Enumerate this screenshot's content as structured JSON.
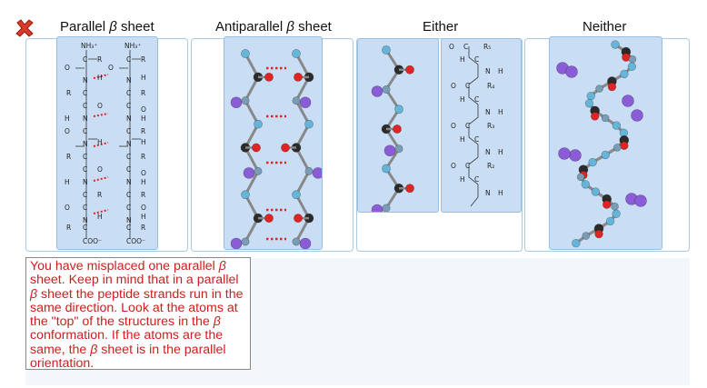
{
  "status": {
    "icon": "incorrect-x-icon",
    "color": "#d93a2b"
  },
  "columns": [
    {
      "title_prefix": "Parallel ",
      "title_greek": "β",
      "title_suffix": " sheet"
    },
    {
      "title_prefix": "Antiparallel ",
      "title_greek": "β",
      "title_suffix": " sheet"
    },
    {
      "title": "Either"
    },
    {
      "title": "Neither"
    }
  ],
  "cards": {
    "parallel_sheet_structure": {
      "groups": [
        "NH₃⁺",
        "NH₃⁺",
        "C",
        "R",
        "C",
        "R",
        "O",
        "O",
        "N",
        "H",
        "N",
        "H",
        "R",
        "C",
        "C",
        "R",
        "C",
        "O",
        "C",
        "O",
        "H",
        "N",
        "N",
        "H",
        "O",
        "C",
        "C",
        "R",
        "N",
        "H",
        "N",
        "H",
        "R",
        "C",
        "C",
        "R",
        "C",
        "O",
        "C",
        "O",
        "H",
        "N",
        "N",
        "H",
        "C",
        "R",
        "C",
        "R",
        "O",
        "C",
        "C",
        "O",
        "N",
        "H",
        "N",
        "H",
        "R",
        "C",
        "C",
        "R",
        "COO⁻",
        "COO⁻"
      ]
    },
    "either_structure": {
      "groups": [
        "O",
        "C",
        "R₅",
        "H",
        "C",
        "N",
        "H",
        "O",
        "C",
        "R₄",
        "H",
        "C",
        "N",
        "H",
        "O",
        "C",
        "R₃",
        "H",
        "C",
        "N",
        "H",
        "O",
        "C",
        "R₂",
        "H",
        "C",
        "N",
        "H"
      ]
    }
  },
  "feedback": {
    "t1": "You have misplaced one parallel ",
    "g1": "β",
    "t2": " sheet. Keep in mind that in a parallel ",
    "g2": "β",
    "t3": " sheet the peptide strands run in the same direction. Look at the atoms at the \"top\" of the structures in the ",
    "g3": "β",
    "t4": " conformation. If the atoms are the same, the ",
    "g4": "β",
    "t5": " sheet is in the parallel orientation."
  },
  "colors": {
    "card_fill": "#c9def5",
    "zone_border": "#a9cbe0",
    "feedback_text": "#cc1f1f",
    "atom_carbon": "#2b2b2b",
    "atom_nitrogen": "#66b5d9",
    "atom_oxygen": "#e02424",
    "atom_r_group": "#8a5cd6",
    "hbond": "#e02424"
  }
}
